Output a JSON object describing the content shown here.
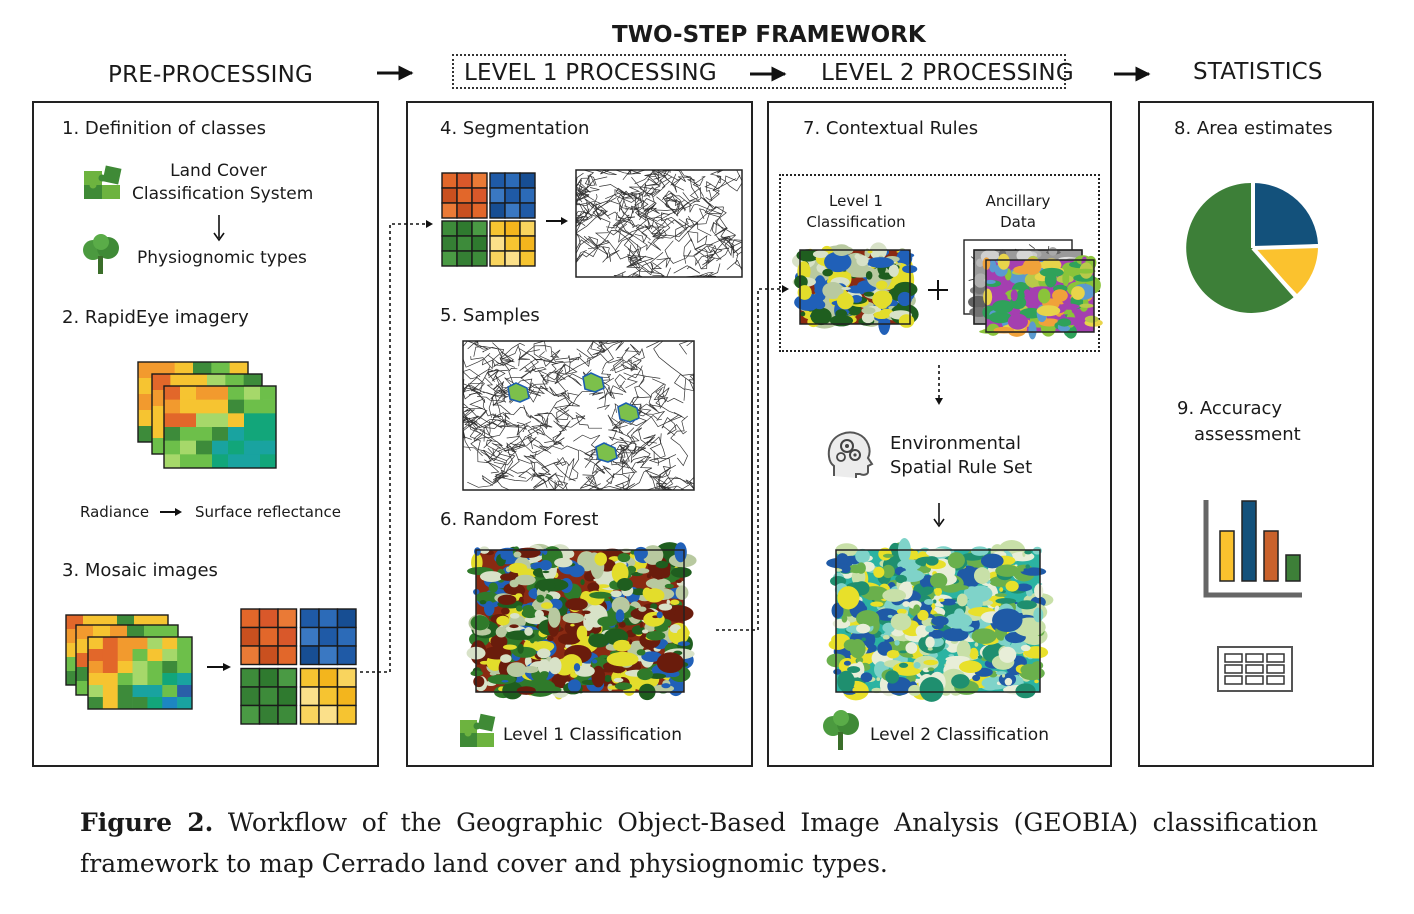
{
  "header": {
    "framework_title": "TWO-STEP FRAMEWORK",
    "phases": [
      "PRE-PROCESSING",
      "LEVEL 1 PROCESSING",
      "LEVEL 2 PROCESSING",
      "STATISTICS"
    ]
  },
  "preprocessing": {
    "step1": "1. Definition of classes",
    "lcc_line1": "Land Cover",
    "lcc_line2": "Classification System",
    "physio": "Physiognomic types",
    "step2": "2. RapidEye imagery",
    "radiance": "Radiance",
    "reflectance": "Surface reflectance",
    "step3": "3. Mosaic images"
  },
  "level1": {
    "step4": "4. Segmentation",
    "step5": "5. Samples",
    "step6": "6. Random Forest",
    "result": "Level 1 Classification"
  },
  "level2": {
    "step7": "7. Contextual Rules",
    "l1c_line1": "Level 1",
    "l1c_line2": "Classification",
    "anc_line1": "Ancillary",
    "anc_line2": "Data",
    "rule_line1": "Environmental",
    "rule_line2": "Spatial Rule Set",
    "result": "Level 2 Classification"
  },
  "statistics": {
    "step8": "8. Area estimates",
    "step9_line1": "9. Accuracy",
    "step9_line2": "assessment"
  },
  "caption": {
    "label": "Figure 2.",
    "text": " Workflow of the Geographic Object-Based Image Analysis (GEOBIA) classification framework to map Cerrado land cover and physiognomic types."
  },
  "colors": {
    "orange": "#e2672a",
    "blue": "#1f5aa6",
    "green": "#3d8b3a",
    "yellow": "#f6c431",
    "pie_green": "#3d7f38",
    "pie_blue": "#13517b",
    "pie_yellow": "#fbc22e"
  },
  "icons": [
    "puzzle-icon",
    "tree-icon",
    "head-gears-icon",
    "bar-chart-icon",
    "table-icon",
    "pie-chart-icon"
  ]
}
